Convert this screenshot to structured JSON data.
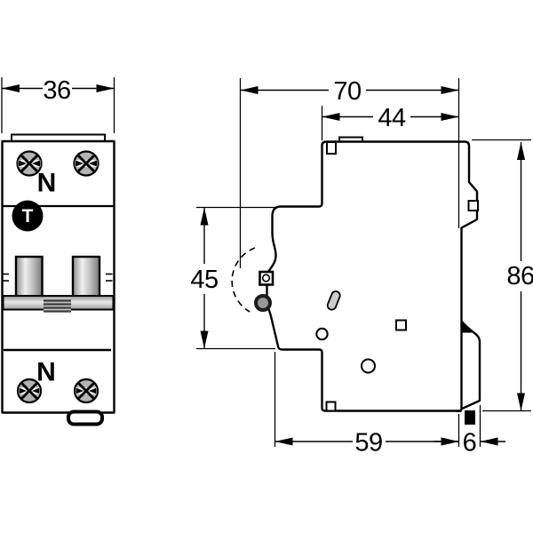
{
  "front_view": {
    "width_mm": "36",
    "terminal_top_label": "N",
    "test_button_label": "T",
    "terminal_bottom_label": "N"
  },
  "side_view": {
    "overall_depth_mm": "70",
    "upper_depth_mm": "44",
    "handle_zone_height_mm": "45",
    "overall_height_mm": "86",
    "base_depth_mm": "59",
    "rail_clip_depth_mm": "6"
  },
  "colors": {
    "line": "#000000",
    "background": "#ffffff",
    "metal_light": "#ececec",
    "metal_dark": "#888888",
    "knob_gray": "#979797"
  }
}
